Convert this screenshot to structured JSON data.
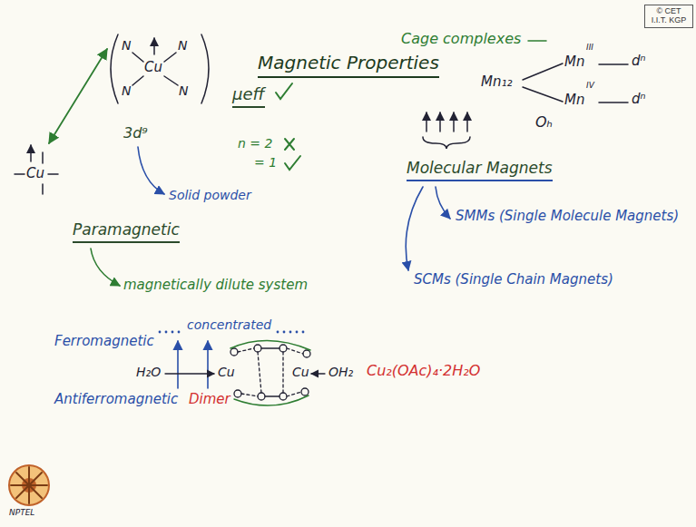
{
  "diagram": {
    "title": "Magnetic Properties",
    "nodes": [
      {
        "text": [
          "© CET I.I.T. KGP"
        ]
      }
    ],
    "labels": [
      "Cu",
      "N",
      "N",
      "Cu",
      "N",
      "N",
      "3d⁹",
      "μeff",
      "n = 2",
      "= 1",
      "Solid powder",
      "Paramagnetic",
      "magnetically dilute system",
      "Ferromagnetic",
      "concentrated",
      "Antiferromagnetic",
      "Dimer",
      "H₂O",
      "Cu",
      "Cu",
      "OH₂",
      "Cu₂(OAc)₄·2H₂O",
      "Cage complexes",
      "Mn",
      "III",
      "dⁿ",
      "Mn₁₂",
      "Mn",
      "IV",
      "dⁿ",
      "Oₕ",
      "Molecular Magnets",
      "SMMs (Single Molecule Magnets)",
      "SCMs (Single Chain Magnets)",
      "NPTEL"
    ]
  }
}
